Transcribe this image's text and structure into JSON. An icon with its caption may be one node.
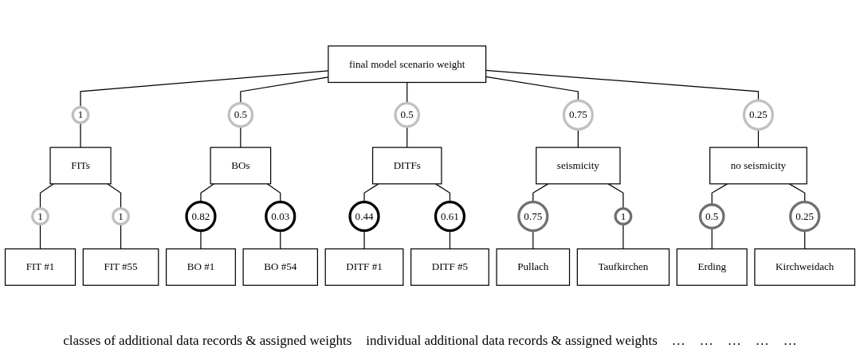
{
  "diagram": {
    "nodes": [
      {
        "text": [
          "final model scenario weight"
        ]
      },
      {
        "text": [
          "1"
        ]
      },
      {
        "text": [
          "0.5"
        ]
      },
      {
        "text": [
          "0.5"
        ]
      },
      {
        "text": [
          "0.75"
        ]
      },
      {
        "text": [
          "0.25"
        ]
      },
      {
        "text": [
          "FITs"
        ]
      },
      {
        "text": [
          "BOs"
        ]
      },
      {
        "text": [
          "DITFs"
        ]
      },
      {
        "text": [
          "seismicity"
        ]
      },
      {
        "text": [
          "no seismicity"
        ]
      },
      {
        "text": [
          "1"
        ]
      },
      {
        "text": [
          "1"
        ]
      },
      {
        "text": [
          "0.82"
        ]
      },
      {
        "text": [
          "0.03"
        ]
      },
      {
        "text": [
          "0.44"
        ]
      },
      {
        "text": [
          "0.61"
        ]
      },
      {
        "text": [
          "0.75"
        ]
      },
      {
        "text": [
          "1"
        ]
      },
      {
        "text": [
          "0.5"
        ]
      },
      {
        "text": [
          "0.25"
        ]
      },
      {
        "text": [
          "FIT #1"
        ]
      },
      {
        "text": [
          "FIT #55"
        ]
      },
      {
        "text": [
          "BO #1"
        ]
      },
      {
        "text": [
          "BO #54"
        ]
      },
      {
        "text": [
          "DITF #1"
        ]
      },
      {
        "text": [
          "DITF #5"
        ]
      },
      {
        "text": [
          "Pullach"
        ]
      },
      {
        "text": [
          "Taufkirchen"
        ]
      },
      {
        "text": [
          "Erding"
        ]
      },
      {
        "text": [
          "Kirchweidach"
        ]
      }
    ],
    "edges": [
      {
        "from": 0,
        "to": 1,
        "arrow": "none"
      },
      {
        "from": 0,
        "to": 2,
        "arrow": "none"
      },
      {
        "from": 0,
        "to": 3,
        "arrow": "none"
      },
      {
        "from": 0,
        "to": 4,
        "arrow": "none"
      },
      {
        "from": 0,
        "to": 5,
        "arrow": "none"
      },
      {
        "from": 1,
        "to": 6,
        "arrow": "none"
      },
      {
        "from": 2,
        "to": 7,
        "arrow": "none"
      },
      {
        "from": 3,
        "to": 8,
        "arrow": "none"
      },
      {
        "from": 4,
        "to": 9,
        "arrow": "none"
      },
      {
        "from": 5,
        "to": 10,
        "arrow": "none"
      },
      {
        "from": 6,
        "to": 11,
        "arrow": "none"
      },
      {
        "from": 6,
        "to": 12,
        "arrow": "none"
      },
      {
        "from": 7,
        "to": 13,
        "arrow": "none"
      },
      {
        "from": 7,
        "to": 14,
        "arrow": "none"
      },
      {
        "from": 8,
        "to": 15,
        "arrow": "none"
      },
      {
        "from": 8,
        "to": 16,
        "arrow": "none"
      },
      {
        "from": 9,
        "to": 17,
        "arrow": "none"
      },
      {
        "from": 9,
        "to": 18,
        "arrow": "none"
      },
      {
        "from": 10,
        "to": 19,
        "arrow": "none"
      },
      {
        "from": 10,
        "to": 20,
        "arrow": "none"
      },
      {
        "from": 11,
        "to": 21,
        "arrow": "none"
      },
      {
        "from": 12,
        "to": 22,
        "arrow": "none"
      },
      {
        "from": 13,
        "to": 23,
        "arrow": "none"
      },
      {
        "from": 14,
        "to": 24,
        "arrow": "none"
      },
      {
        "from": 15,
        "to": 25,
        "arrow": "none"
      },
      {
        "from": 16,
        "to": 26,
        "arrow": "none"
      },
      {
        "from": 17,
        "to": 27,
        "arrow": "none"
      },
      {
        "from": 18,
        "to": 28,
        "arrow": "none"
      },
      {
        "from": 19,
        "to": 29,
        "arrow": "none"
      },
      {
        "from": 20,
        "to": 30,
        "arrow": "none"
      }
    ],
    "labels": [
      "classes of additional data records & assigned weights",
      "individual additional data records & assigned weights",
      "…",
      "…",
      "…",
      "…",
      "…"
    ]
  }
}
